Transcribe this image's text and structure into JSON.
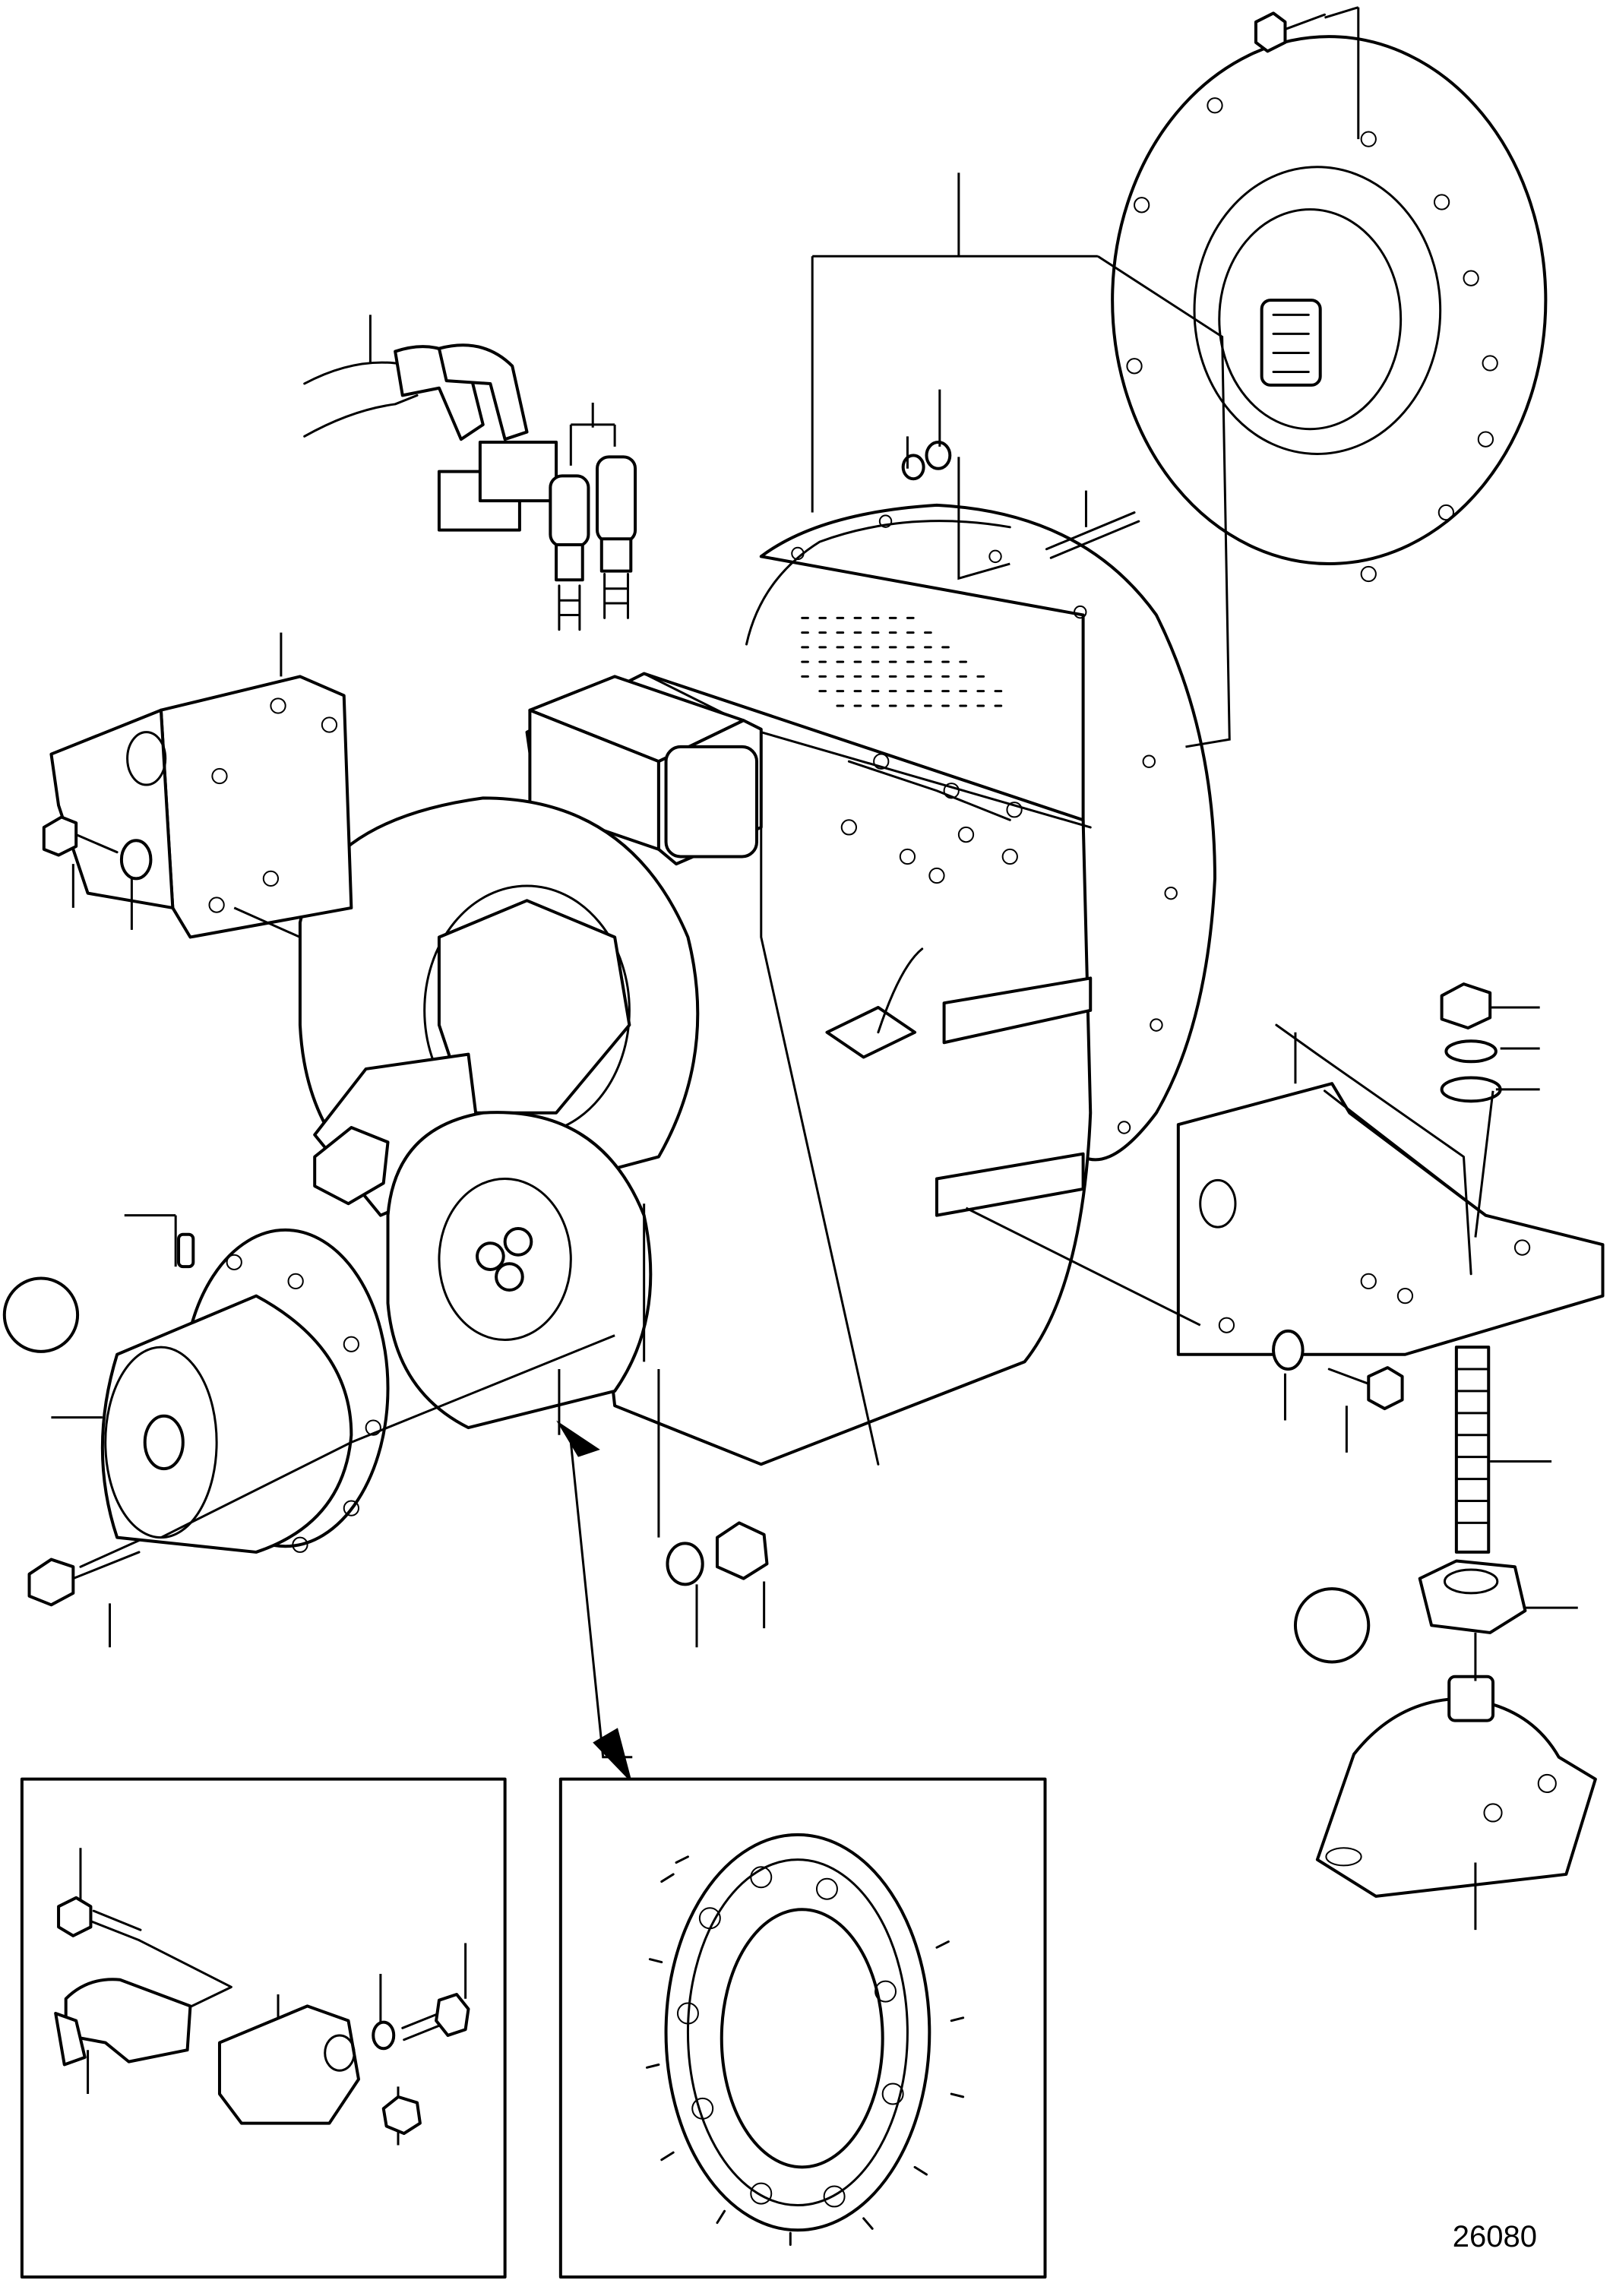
{
  "drawing_number": "26080",
  "insets": [
    {
      "id": "speed-sensor-detail"
    },
    {
      "id": "toothed-ring-detail"
    }
  ],
  "colors": {
    "line": "#000000",
    "background": "#ffffff"
  }
}
